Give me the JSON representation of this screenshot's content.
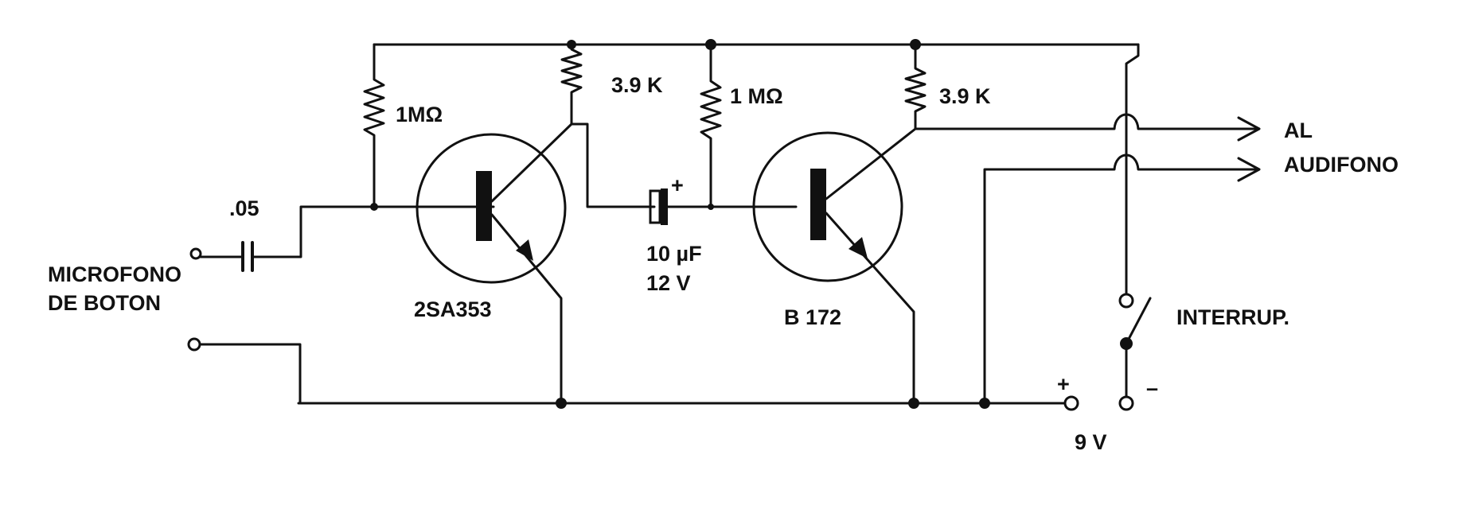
{
  "diagram": {
    "labels": {
      "cap_input": ".05",
      "mic_line1": "MICROFONO",
      "mic_line2": "DE BOTON",
      "r1": "1MΩ",
      "r2": "3.9  K",
      "r3": "1 MΩ",
      "r4": "3.9  K",
      "q1": "2SA353",
      "q2": "B  172",
      "cap_coupling_value": "10 µF",
      "cap_coupling_voltage": "12  V",
      "cap_plus": "+",
      "out_line1": "AL",
      "out_line2": "AUDIFONO",
      "switch": "INTERRUP.",
      "battery_plus": "+",
      "battery_minus": "–",
      "battery_voltage": "9  V"
    }
  }
}
